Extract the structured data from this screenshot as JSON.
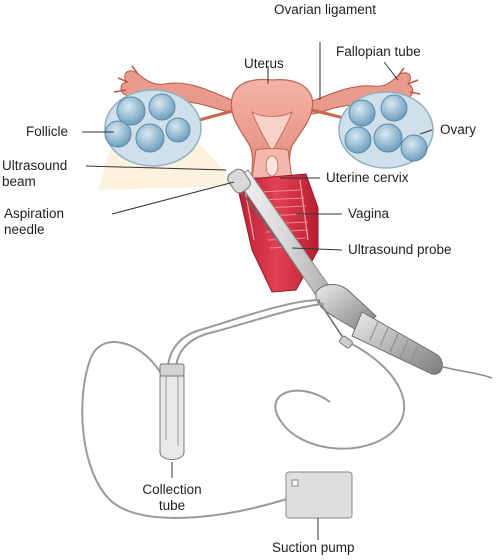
{
  "labels": {
    "ovarian_ligament": "Ovarian ligament",
    "uterus": "Uterus",
    "fallopian_tube": "Fallopian tube",
    "follicle": "Follicle",
    "ovary": "Ovary",
    "ultrasound_beam": "Ultrasound beam",
    "uterine_cervix": "Uterine cervix",
    "aspiration_needle": "Aspiration needle",
    "vagina": "Vagina",
    "ultrasound_probe": "Ultrasound probe",
    "collection_tube": "Collection tube",
    "suction_pump": "Suction pump"
  },
  "colors": {
    "tissue": "#e99a8c",
    "tissue_dark": "#c9604f",
    "vagina_wall": "#d0283a",
    "follicle": "#8fb7d0",
    "ovary": "#cfe0ea",
    "tubing": "#9a9a9a",
    "probe": "#b8b8b8"
  }
}
